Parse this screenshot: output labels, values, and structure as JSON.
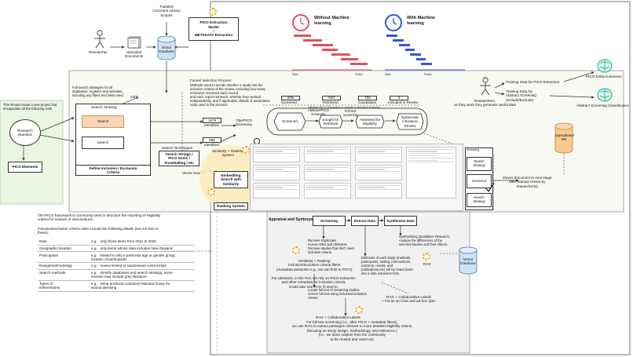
{
  "top": {
    "researcher": "Researcher",
    "pubmed": "PubMed\nCochrane Library\nScopus",
    "uploaded_docs": "Uploaded\nDocuments",
    "vector_db": "Vector\nDatabase",
    "pico_model": "PICO Extraction\nModel",
    "plus": "+",
    "metadata_extraction": "METADATA Extraction",
    "without_ml": "Without Machine\nlearning",
    "with_ml": "With Machine\nlearning",
    "start": "Start",
    "finish": "Finish",
    "pico_entity": "PICO Entity Extraction",
    "abstract_cls": "Abstract Screening Classification",
    "training_pico": "Training Data for PICO Extraction",
    "training_abs": "Training Data for\nAbstract Screening\n(Include/Exclude)",
    "researchers_note": "Researchers,\nas they work they generate useful data",
    "operational_db": "Operational\nDB"
  },
  "left": {
    "project_note": "This should create a new project that\nencapsulate all the following work",
    "research_question": "Research\nQuestion",
    "pico_elements": "PICO Elements",
    "full_search": "Full search strategies for all\ndatabases, registers and websites,\nincluding any filters and limits used.",
    "get": "GET",
    "search_strategy": "Search Strategy",
    "search": "Search",
    "define_criteria": "Define Inclusion / Exclusion\nCriteria"
  },
  "middle": {
    "funnel_title": "Funnel Selection Process:",
    "funnel_text": "Methods used to decide whether a study met the\ninclusion criteria of the review, including how many\nreviewers screened each record\nand each report retrieved, whether they worked\nindependently, and if applicable, details of automation\ntools used in the process.",
    "identified1_n": "1978",
    "identified1": "Identified",
    "identified2_n": "988",
    "identified2": "Identified",
    "title_pico": "Title/PICO\nScreening",
    "search_techniques": "Search Techniques",
    "search_strings": "Search Strings /\nPICO terms /\nSnowballing / etc",
    "vector_search": "Vector Search",
    "similarity_ranking": "Similarity + Ranking\nSystem",
    "embedding": "Embedding\nSearch with\nSimilarity",
    "ranking_system": "Ranking System",
    "screened_n": "875",
    "screened": "Screened",
    "retrieved_n": "500",
    "retrieved": "Retrieved",
    "candidates_n": "700",
    "candidates": "Candidates",
    "included_n": "3",
    "included": "Included in Review",
    "validate_note": "Validate PICO Extraction & submit corrections if wrong",
    "flow1": "Screened",
    "flow1b": "Abstract/PICO\nscreening",
    "flow2": "Sought for\nRetrieval",
    "flow2b": "Full text\nscreening",
    "flow3": "Assessed for\nEligibility",
    "flow4": "Systematic\nLiterature\nReview",
    "panel_title": "Screening",
    "panel_search": "Search Strategy",
    "panel_screened": "Screened",
    "panel_search2": "Search Strategy",
    "moves_doc": "Moves document to next stage\nafter manual review by\nresearcher(s)"
  },
  "bottom": {
    "pico_framework": "The PICO framework is commonly used to structure the reporting of eligibility\ncriteria for reviews of interventions.",
    "criteria_intro": "Inclusion/exclusion criteria often include the following details (but not limit to\nthese):",
    "criteria": [
      {
        "k": "Date",
        "v": "e.g.   only those items from 2011 to 2020"
      },
      {
        "k": "Geographic location",
        "v": "e.g.   only items whose data includes New Zealand"
      },
      {
        "k": "Participants",
        "v": "e.g.   limited to only a particular age or gender group;\nlocation of participants"
      },
      {
        "k": "Design/methodology",
        "v": "e.g.   review limited to randomised control trials"
      },
      {
        "k": "Search methods",
        "v": "e.g.   identify databases and search strategy; some\nreviews may include grey literature"
      },
      {
        "k": "Types of\ninterventions",
        "v": "e.g.   using products contained Manuka honey for\nwound dressing"
      }
    ],
    "appraisal": "Appraisal and Syntesys =",
    "screening": "Screening",
    "extract": "Extract Data",
    "synthesise": "Synthesise Data",
    "remove_dup": "Remove Duplicates\nScreen titles and Abstracts\nRemove studies that don't meet\ninclusion criteria",
    "similarity": "Similarity + Ranking\nInclusion/Exclusion criteria filters\n(metadata extraction e.g., we can limit to PICO)",
    "for_abstracts": "For abstracts, in the PoC we rely on PICO extraction\nand other metadata for inclusion criteria.\nCould also use RAG if need to.",
    "elements": "Elements of each study (methods,\nparticipants, setting, interventions,\noutcome, results, and\npublications,etc) will be noted down\ninto a data extraction form.",
    "rag": "RAG",
    "synth_note": "Synthesising Qualitative Research,\nAnalyse the differences of the\nselected studies and their effects.",
    "vector_db2": "Vector\nDatabase",
    "locate": "Locate full text of remaining studies\nScreen full text using inclusion/exclusion\ncriteria",
    "rag_collab": "RAG + Collaborative Labels\n+ Focus on Chat and ad-hoc Q&A",
    "rag_collab2": "RAG + Collaborative Labels",
    "full_text_note": "For full text screening (i.e., after PICO + metadata filters),\nwe use RAG to extract passages relevant to more detailed eligibility criteria\n(focusing on study design, methodology, and relevance.)\n(i.e., we store outputs from the community\nto be reused and voted on)"
  }
}
